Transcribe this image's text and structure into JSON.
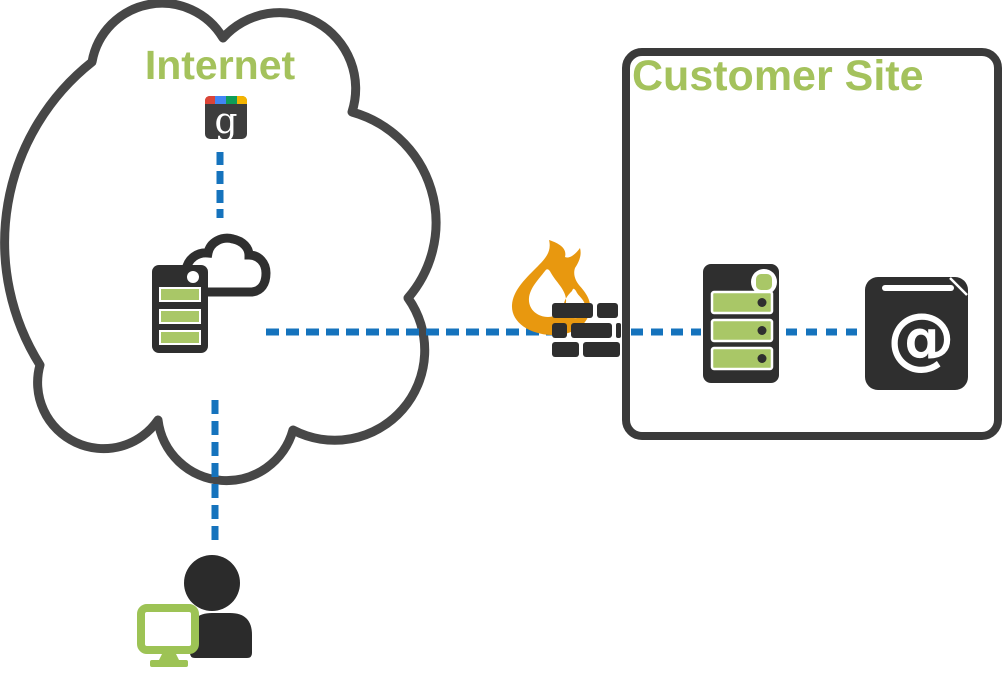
{
  "internet_cloud": {
    "label": "Internet"
  },
  "customer_site": {
    "label": "Customer Site"
  },
  "google_icon": {
    "letter": "g"
  },
  "address_book": {
    "symbol": "@"
  },
  "nodes": [
    {
      "name": "google-search",
      "location": "internet-cloud"
    },
    {
      "name": "cloud-server",
      "location": "internet-cloud"
    },
    {
      "name": "firewall",
      "location": "perimeter"
    },
    {
      "name": "customer-server",
      "location": "customer-site"
    },
    {
      "name": "address-book",
      "location": "customer-site"
    },
    {
      "name": "user-workstation",
      "location": "outside-cloud"
    }
  ],
  "connections": [
    {
      "from": "google-search",
      "to": "cloud-server",
      "style": "blue-dashed"
    },
    {
      "from": "cloud-server",
      "to": "firewall",
      "style": "blue-dashed"
    },
    {
      "from": "firewall",
      "to": "customer-server",
      "style": "blue-dashed"
    },
    {
      "from": "customer-server",
      "to": "address-book",
      "style": "blue-dashed"
    },
    {
      "from": "cloud-server",
      "to": "user-workstation",
      "style": "blue-dashed"
    }
  ],
  "colors": {
    "label_green": "#a4c25c",
    "slat_green": "#a9c767",
    "monitor_green": "#9dc355",
    "dash_blue": "#1573bd",
    "icon_dark": "#2f2f2f",
    "outline_gray": "#474747",
    "box_border_gray": "#3a3a3a",
    "flame_orange": "#e8980f",
    "google_red": "#DB4437",
    "google_blue": "#4285F4",
    "google_green": "#0F9D58",
    "google_yellow": "#F4B400"
  }
}
